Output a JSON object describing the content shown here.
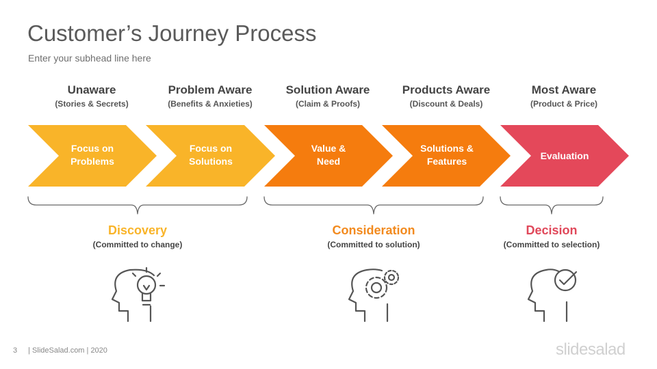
{
  "header": {
    "title": "Customer’s Journey Process",
    "subtitle": "Enter your subhead line here"
  },
  "stages": [
    {
      "title": "Unaware",
      "subtitle": "(Stories & Secrets)"
    },
    {
      "title": "Problem Aware",
      "subtitle": "(Benefits & Anxieties)"
    },
    {
      "title": "Solution Aware",
      "subtitle": "(Claim & Proofs)"
    },
    {
      "title": "Products Aware",
      "subtitle": "(Discount & Deals)"
    },
    {
      "title": "Most Aware",
      "subtitle": "(Product & Price)"
    }
  ],
  "steps": [
    {
      "line1": "Focus on",
      "line2": "Problems",
      "color": "#F9B429"
    },
    {
      "line1": "Focus on",
      "line2": "Solutions",
      "color": "#F9B429"
    },
    {
      "line1": "Value &",
      "line2": "Need",
      "color": "#F57C0E"
    },
    {
      "line1": "Solutions &",
      "line2": "Features",
      "color": "#F57C0E"
    },
    {
      "line1": "Evaluation",
      "line2": "",
      "color": "#E4485A"
    }
  ],
  "groups": [
    {
      "title": "Discovery",
      "subtitle": "(Committed to change)",
      "color": "#F9B429",
      "icon": "head-lightbulb-icon"
    },
    {
      "title": "Consideration",
      "subtitle": "(Committed to solution)",
      "color": "#F28A1E",
      "icon": "head-gear-icon"
    },
    {
      "title": "Decision",
      "subtitle": "(Committed to selection)",
      "color": "#E0485A",
      "icon": "head-checkmark-icon"
    }
  ],
  "footer": {
    "page_number": "3",
    "credit": "| SlideSalad.com | 2020",
    "brand": "slidesalad"
  }
}
